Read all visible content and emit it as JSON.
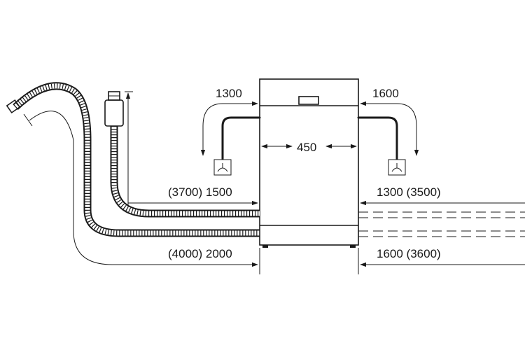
{
  "labels": {
    "inlet_left": "1300",
    "inlet_right": "1600",
    "width": "450",
    "hose_upper_left": "(3700) 1500",
    "hose_upper_right": "1300 (3500)",
    "hose_lower_left": "(4000) 2000",
    "hose_lower_right": "1600 (3600)"
  }
}
